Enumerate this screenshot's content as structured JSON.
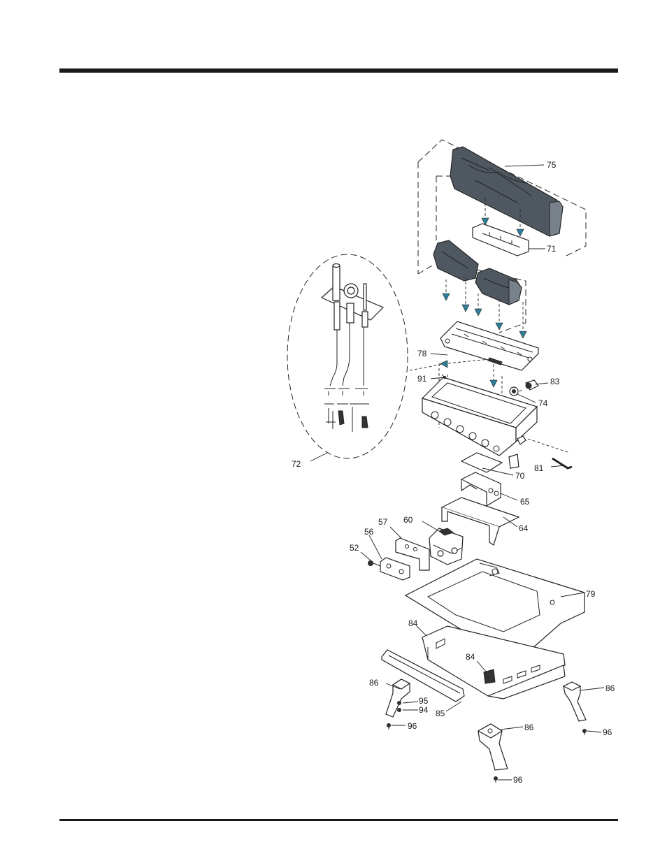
{
  "diagram": {
    "callouts": [
      {
        "id": "c75",
        "text": "75"
      },
      {
        "id": "c71",
        "text": "71"
      },
      {
        "id": "c78",
        "text": "78"
      },
      {
        "id": "c91",
        "text": "91"
      },
      {
        "id": "c83",
        "text": "83"
      },
      {
        "id": "c74",
        "text": "74"
      },
      {
        "id": "c72",
        "text": "72"
      },
      {
        "id": "c81",
        "text": "81"
      },
      {
        "id": "c70",
        "text": "70"
      },
      {
        "id": "c65",
        "text": "65"
      },
      {
        "id": "c64",
        "text": "64"
      },
      {
        "id": "c57",
        "text": "57"
      },
      {
        "id": "c60",
        "text": "60"
      },
      {
        "id": "c56",
        "text": "56"
      },
      {
        "id": "c52",
        "text": "52"
      },
      {
        "id": "c79",
        "text": "79"
      },
      {
        "id": "c84a",
        "text": "84"
      },
      {
        "id": "c84b",
        "text": "84"
      },
      {
        "id": "c86a",
        "text": "86"
      },
      {
        "id": "c95",
        "text": "95"
      },
      {
        "id": "c94",
        "text": "94"
      },
      {
        "id": "c85",
        "text": "85"
      },
      {
        "id": "c96a",
        "text": "96"
      },
      {
        "id": "c86b",
        "text": "86"
      },
      {
        "id": "c86c",
        "text": "86"
      },
      {
        "id": "c96b",
        "text": "96"
      },
      {
        "id": "c96c",
        "text": "96"
      }
    ],
    "colors": {
      "arrow": "#2f7f9a",
      "log_dark": "#4f5860",
      "log_light": "#79828a",
      "rule": "#1a1a1a"
    }
  }
}
